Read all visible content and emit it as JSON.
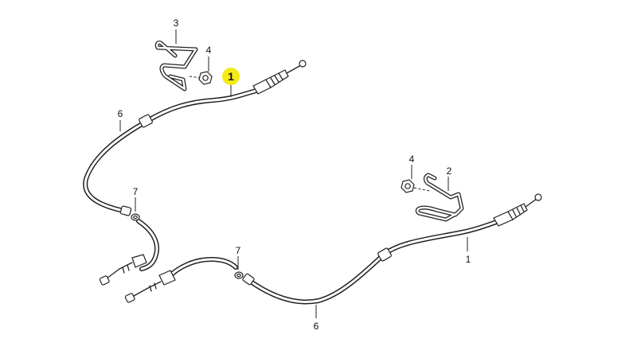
{
  "diagram": {
    "callouts": {
      "part1_highlight": "1",
      "part1_right": "1",
      "part2": "2",
      "part3": "3",
      "part4_top": "4",
      "part4_right": "4",
      "part6_left": "6",
      "part6_bottom": "6",
      "part7_left": "7",
      "part7_mid": "7"
    },
    "colors": {
      "highlight": "#f5ea17",
      "line": "#222222",
      "background": "#ffffff"
    }
  }
}
